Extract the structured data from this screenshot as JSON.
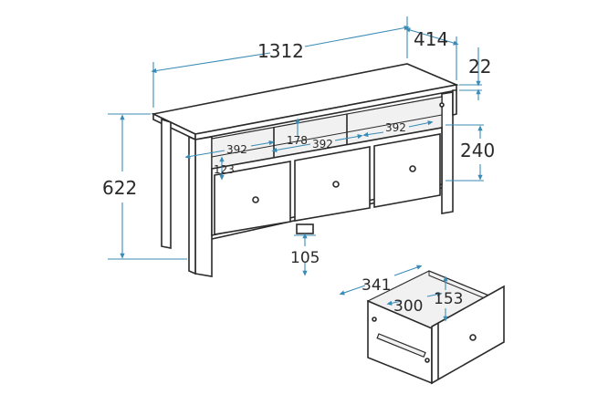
{
  "dimensions": {
    "width": "1312",
    "depth": "414",
    "top_thickness": "22",
    "height": "622",
    "drawer_height": "240",
    "shelf_height": "178",
    "drawer_width_left": "392",
    "drawer_width_center": "392",
    "drawer_width_right": "392",
    "leg_clearance": "123",
    "base_height": "105",
    "inner_drawer_depth": "341",
    "inner_drawer_width": "300",
    "inner_drawer_height": "153"
  },
  "colors": {
    "line": "#2a2a2a",
    "dimension": "#3a8bb5"
  }
}
